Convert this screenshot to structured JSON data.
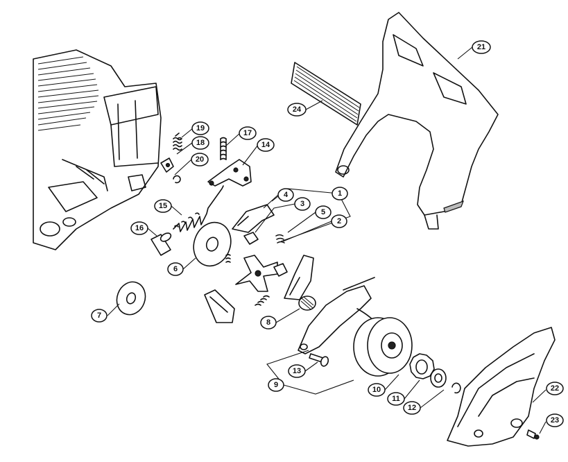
{
  "callouts": [
    {
      "id": "c1",
      "label": "1"
    },
    {
      "id": "c2",
      "label": "2"
    },
    {
      "id": "c3",
      "label": "3"
    },
    {
      "id": "c4",
      "label": "4"
    },
    {
      "id": "c5",
      "label": "5"
    },
    {
      "id": "c6",
      "label": "6"
    },
    {
      "id": "c7",
      "label": "7"
    },
    {
      "id": "c8",
      "label": "8"
    },
    {
      "id": "c9",
      "label": "9"
    },
    {
      "id": "c10",
      "label": "10"
    },
    {
      "id": "c11",
      "label": "11"
    },
    {
      "id": "c12",
      "label": "12"
    },
    {
      "id": "c13",
      "label": "13"
    },
    {
      "id": "c14",
      "label": "14"
    },
    {
      "id": "c15",
      "label": "15"
    },
    {
      "id": "c16",
      "label": "16"
    },
    {
      "id": "c17",
      "label": "17"
    },
    {
      "id": "c18",
      "label": "18"
    },
    {
      "id": "c19",
      "label": "19"
    },
    {
      "id": "c20",
      "label": "20"
    },
    {
      "id": "c21",
      "label": "21"
    },
    {
      "id": "c22",
      "label": "22"
    },
    {
      "id": "c23",
      "label": "23"
    },
    {
      "id": "c24",
      "label": "24"
    }
  ],
  "colors": {
    "line": "#111111",
    "background": "#ffffff",
    "shade": "#bbbbbb"
  }
}
